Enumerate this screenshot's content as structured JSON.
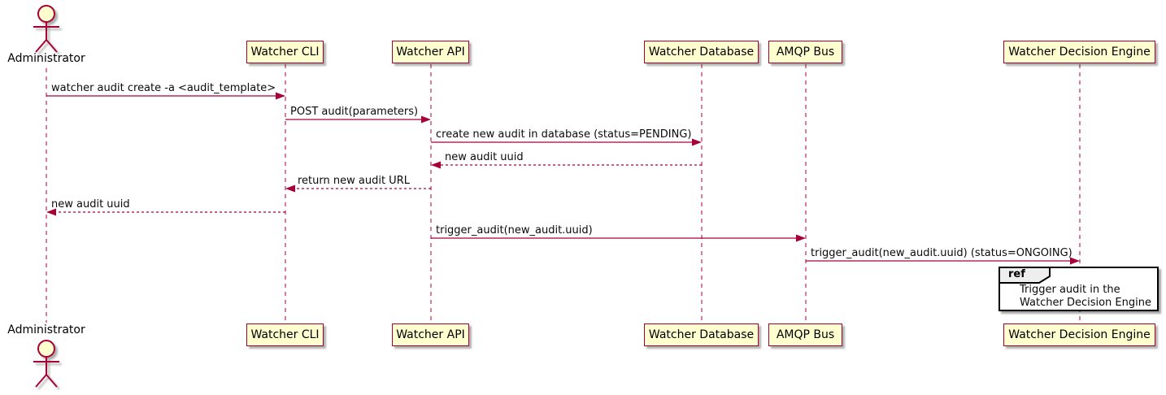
{
  "diagram": {
    "type": "sequence-diagram",
    "colors": {
      "primary_line": "#A80036",
      "participant_fill": "#FEFECE",
      "participant_border": "#A80036",
      "text": "#000000",
      "ref_border": "#000000",
      "ref_fill": "#FFFFFF",
      "ref_tab_fill": "#EEEEEE",
      "background": "#FFFFFF"
    },
    "actor": {
      "name": "Administrator"
    },
    "participants": [
      {
        "name": "Watcher CLI"
      },
      {
        "name": "Watcher API"
      },
      {
        "name": "Watcher Database"
      },
      {
        "name": "AMQP Bus"
      },
      {
        "name": "Watcher Decision Engine"
      }
    ],
    "messages": [
      {
        "from": "Administrator",
        "to": "Watcher CLI",
        "label": "watcher audit create -a <audit_template>",
        "style": "solid"
      },
      {
        "from": "Watcher CLI",
        "to": "Watcher API",
        "label": "POST audit(parameters)",
        "style": "solid"
      },
      {
        "from": "Watcher API",
        "to": "Watcher Database",
        "label": "create new audit in database (status=PENDING)",
        "style": "solid"
      },
      {
        "from": "Watcher Database",
        "to": "Watcher API",
        "label": "new audit uuid",
        "style": "dashed"
      },
      {
        "from": "Watcher API",
        "to": "Watcher CLI",
        "label": "return new audit URL",
        "style": "dashed"
      },
      {
        "from": "Watcher CLI",
        "to": "Administrator",
        "label": "new audit uuid",
        "style": "dashed"
      },
      {
        "from": "Watcher API",
        "to": "AMQP Bus",
        "label": "trigger_audit(new_audit.uuid)",
        "style": "solid"
      },
      {
        "from": "AMQP Bus",
        "to": "Watcher Decision Engine",
        "label": "trigger_audit(new_audit.uuid) (status=ONGOING)",
        "style": "solid"
      }
    ],
    "ref": {
      "tag": "ref",
      "over": "Watcher Decision Engine",
      "lines": [
        "Trigger audit in the",
        "Watcher Decision Engine"
      ]
    }
  }
}
